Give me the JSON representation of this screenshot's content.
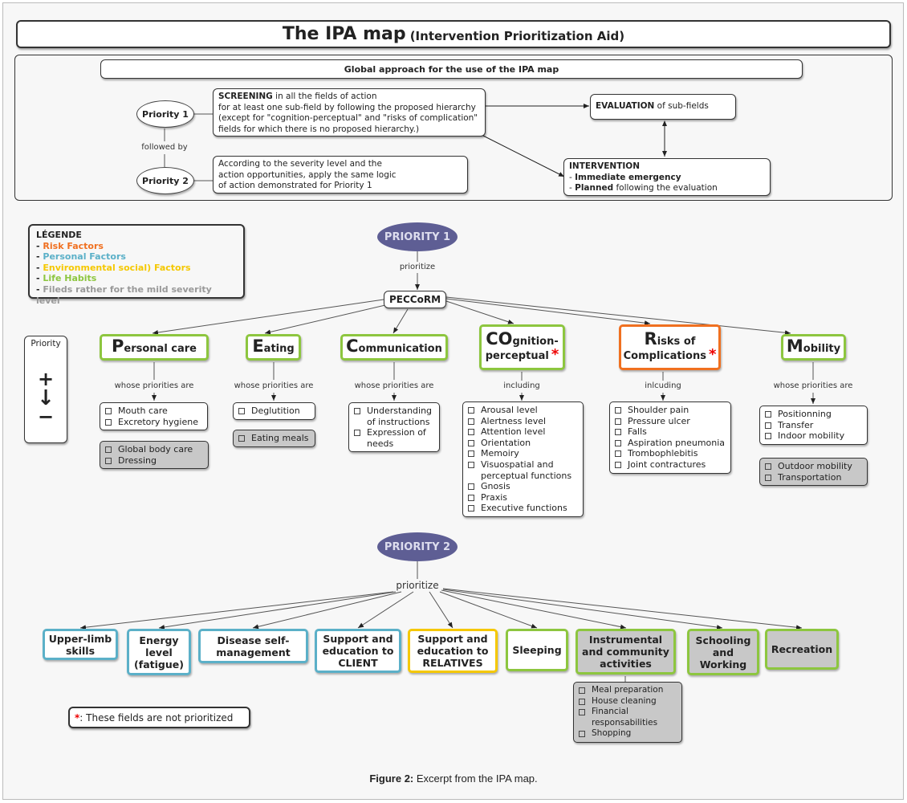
{
  "title": {
    "main": "The IPA map",
    "sub": "(Intervention Prioritization Aid)"
  },
  "global": {
    "header": "Global approach for the use of the IPA map",
    "priority1": "Priority 1",
    "priority2": "Priority 2",
    "followed_by": "followed by",
    "screening_bold": "SCREENING",
    "screening_rest": " in all the fields of action",
    "screening_lines": [
      "for at least one sub-field by following the proposed hierarchy",
      "(except for \"cognition-perceptual\" and \"risks of complication\"",
      "fields for which there is no proposed hierarchy.)"
    ],
    "priority2_text": [
      "According to the severity level and the",
      "action opportunities, apply the same logic",
      "of action demonstrated for Priority 1"
    ],
    "evaluation_bold": "EVALUATION",
    "evaluation_rest": " of sub-fields",
    "intervention_title": "INTERVENTION",
    "intervention_l1_bold": "Immediate emergency",
    "intervention_l2_bold": "Planned",
    "intervention_l2_rest": " following the evaluation",
    "dash": "- "
  },
  "legend": {
    "title": "LÉGENDE",
    "items": [
      {
        "label": "Risk Factors",
        "color": "#f07020"
      },
      {
        "label": "Personal Factors",
        "color": "#5bb0c8"
      },
      {
        "label": "Environmental social) Factors",
        "color": "#f5c800"
      },
      {
        "label": "Life Habits",
        "color": "#8dc63f"
      },
      {
        "label": "Fileds rather for the mild severity level",
        "color": "#999999"
      }
    ]
  },
  "priority_scale": {
    "label": "Priority",
    "plus": "+",
    "minus": "−"
  },
  "p1": {
    "label": "PRIORITY 1",
    "verb": "prioritize",
    "hub": "PECCoRM",
    "fields": [
      {
        "big": "P",
        "rest": "ersonal care",
        "connector": "whose priorities are",
        "items": [
          "Mouth care",
          "Excretory hygiene"
        ],
        "mild": [
          "Global body care",
          "Dressing"
        ]
      },
      {
        "big": "E",
        "rest": "ating",
        "connector": "whose priorities are",
        "items": [
          "Deglutition"
        ],
        "mild": [
          "Eating meals"
        ]
      },
      {
        "big": "C",
        "rest": "ommunication",
        "connector": "whose priorities are",
        "items": [
          "Understanding of instructions",
          "Expression of needs"
        ]
      },
      {
        "big": "CO",
        "rest": "gnition-",
        "rest2": "perceptual",
        "star": "*",
        "connector": "including",
        "items": [
          "Arousal level",
          "Alertness level",
          "Attention level",
          "Orientation",
          "Memoiry",
          "Visuospatial and perceptual functions",
          "Gnosis",
          "Praxis",
          "Executive functions"
        ]
      },
      {
        "big": "R",
        "rest": "isks of",
        "rest2": "Complications",
        "star": "*",
        "connector": "inlcuding",
        "items": [
          "Shoulder pain",
          "Pressure ulcer",
          "Falls",
          "Aspiration pneumonia",
          "Trombophlebitis",
          "Joint contractures"
        ]
      },
      {
        "big": "M",
        "rest": "obility",
        "connector": "whose priorities are",
        "items": [
          "Positionning",
          "Transfer",
          "Indoor mobility"
        ],
        "mild": [
          "Outdoor mobility",
          "Transportation"
        ]
      }
    ]
  },
  "p2": {
    "label": "PRIORITY 2",
    "verb": "prioritize",
    "fields": [
      "Upper-limb skills",
      "Energy level (fatigue)",
      "Disease self-management",
      "Support and education to CLIENT",
      "Support and education to RELATIVES",
      "Sleeping",
      "Instrumental and community activities",
      "Schooling and Working",
      "Recreation"
    ],
    "instrumental_items": [
      "Meal preparation",
      "House cleaning",
      "Financial responsabilities",
      "Shopping"
    ]
  },
  "note": {
    "star": "*",
    "text": ": These fields are not prioritized"
  },
  "caption": {
    "bold": "Figure 2:",
    "rest": " Excerpt from the IPA map."
  },
  "colors": {
    "life_habits": "#8dc63f",
    "risk": "#f07020",
    "personal": "#5bb0c8",
    "environment": "#f5c800",
    "mild_fill": "#c8c8c8",
    "priority_ellipse": "#5e5e94"
  }
}
